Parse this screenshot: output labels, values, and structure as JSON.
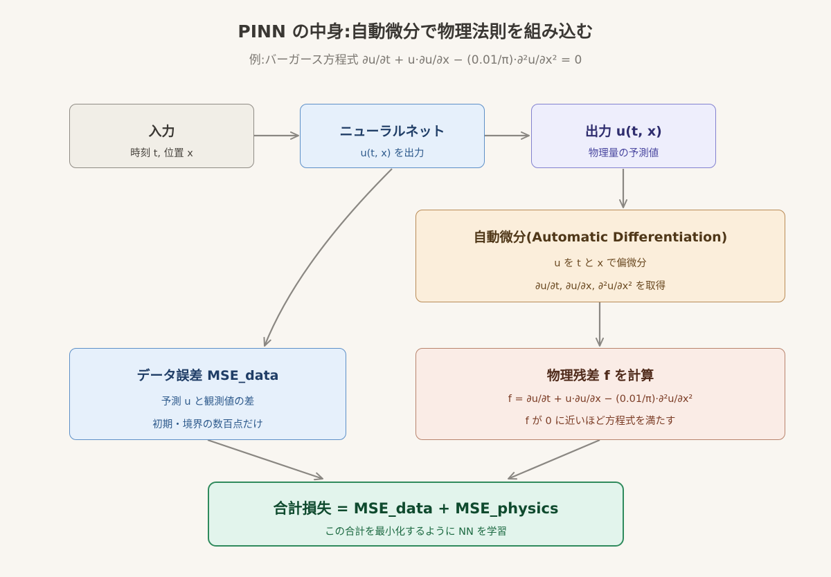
{
  "title": "PINN の中身:自動微分で物理法則を組み込む",
  "subtitle": "例:バーガース方程式 ∂u/∂t + u·∂u/∂x − (0.01/π)·∂²u/∂x² = 0",
  "nodes": {
    "input": {
      "title": "入力",
      "lines": [
        "時刻 t, 位置 x"
      ]
    },
    "nn": {
      "title": "ニューラルネット",
      "lines": [
        "u(t, x) を出力"
      ]
    },
    "output": {
      "title": "出力 u(t, x)",
      "lines": [
        "物理量の予測値"
      ]
    },
    "autodiff": {
      "title": "自動微分(Automatic Differentiation)",
      "lines": [
        "u を t と x で偏微分",
        "∂u/∂t, ∂u/∂x, ∂²u/∂x² を取得"
      ]
    },
    "data_error": {
      "title": "データ誤差 MSE_data",
      "lines": [
        "予測 u と観測値の差",
        "初期・境界の数百点だけ"
      ]
    },
    "physics": {
      "title": "物理残差 f を計算",
      "lines": [
        "f = ∂u/∂t + u·∂u/∂x − (0.01/π)·∂²u/∂x²",
        "f が 0 に近いほど方程式を満たす"
      ]
    },
    "total_loss": {
      "title": "合計損失 = MSE_data + MSE_physics",
      "lines": [
        "この合計を最小化するように NN を学習"
      ]
    }
  },
  "colors": {
    "arrow": "#8a8782",
    "input": {
      "fill": "#f1eee7",
      "stroke": "#8f8b84",
      "title": "#3a3733",
      "text": "#4a4640"
    },
    "nn": {
      "fill": "#e6f0fb",
      "stroke": "#5c8fc7",
      "title": "#1f3d66",
      "text": "#2e5a8c"
    },
    "output": {
      "fill": "#eeeefc",
      "stroke": "#8280cf",
      "title": "#2f2d6e",
      "text": "#4b48a0"
    },
    "autodiff": {
      "fill": "#fbeedb",
      "stroke": "#b88a55",
      "title": "#4f3718",
      "text": "#6b4a22"
    },
    "data_error": {
      "fill": "#e6f0fb",
      "stroke": "#5c8fc7",
      "title": "#1f3d66",
      "text": "#2e5a8c"
    },
    "physics": {
      "fill": "#faece6",
      "stroke": "#b8836c",
      "title": "#4f2a1a",
      "text": "#7a3b24"
    },
    "total_loss": {
      "fill": "#e2f4ec",
      "stroke": "#2f8a5c",
      "title": "#0f4a2e",
      "text": "#1d6a42"
    }
  }
}
